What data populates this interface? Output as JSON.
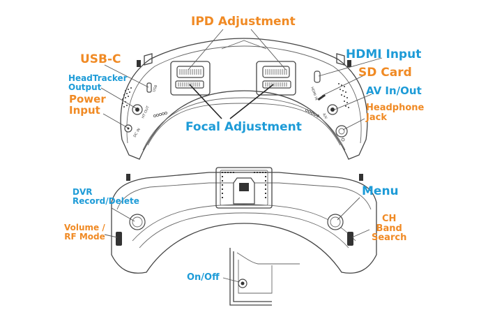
{
  "colors": {
    "orange": "#f08a24",
    "blue": "#1d9bd7"
  },
  "labels": {
    "ipd": "IPD Adjustment",
    "usbc": "USB-C",
    "headtracker": "HeadTracker Output",
    "headtracker_l1": "HeadTracker",
    "headtracker_l2": "Output",
    "power_l1": "Power",
    "power_l2": "Input",
    "hdmi": "HDMI Input",
    "sdcard": "SD Card",
    "avinout": "AV In/Out",
    "headphone_l1": "Headphone",
    "headphone_l2": "Jack",
    "focal": "Focal Adjustment",
    "dvr_l1": "DVR",
    "dvr_l2": "Record/Delete",
    "volume_l1": "Volume /",
    "volume_l2": "RF Mode",
    "menu": "Menu",
    "ch_l1": "CH",
    "ch_l2": "Band",
    "ch_l3": "Search",
    "onoff": "On/Off"
  },
  "port_marks": {
    "usb": "USB",
    "ht_out": "HT OUT",
    "dc_in": "DC IN",
    "hdmi_in": "HDMI IN",
    "av": "A/V"
  }
}
